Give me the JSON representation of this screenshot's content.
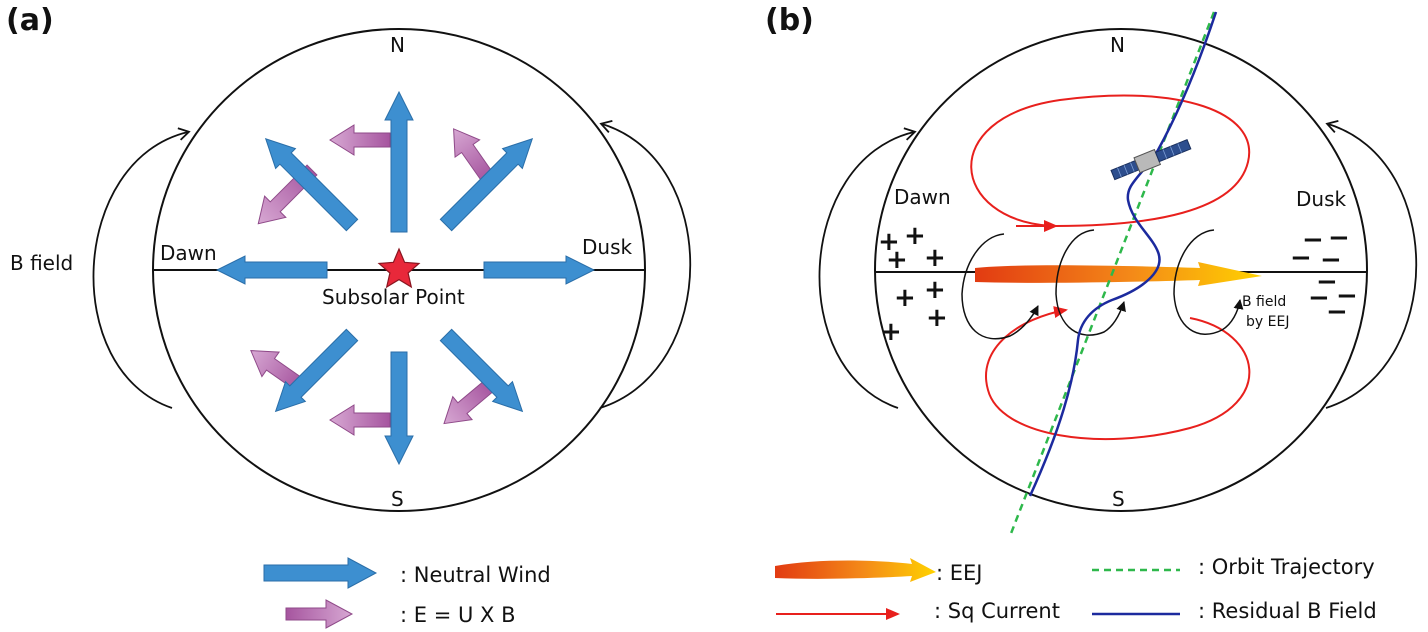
{
  "colors": {
    "neutral_wind": "#3d8fd0",
    "neutral_wind_edge": "#2a6ea8",
    "e_field": "#a6559f",
    "e_field_light": "#d7a8d3",
    "sq_current": "#e8201d",
    "eej_start": "#e23b12",
    "eej_end": "#ffd200",
    "orbit": "#2eb84b",
    "residual": "#1c2a9e",
    "star": "#e8283a"
  },
  "panel_a": {
    "label": "(a)",
    "north": "N",
    "south": "S",
    "dawn": "Dawn",
    "dusk": "Dusk",
    "b_field": "B field",
    "subsolar": "Subsolar Point",
    "legend": {
      "neutral_wind": ": Neutral Wind",
      "e_field": ": E = U X B"
    }
  },
  "panel_b": {
    "label": "(b)",
    "north": "N",
    "south": "S",
    "dawn": "Dawn",
    "dusk": "Dusk",
    "b_field_eej_line1": "B field",
    "b_field_eej_line2": "by EEJ",
    "plus": "+",
    "minus": "−",
    "legend": {
      "eej": ": EEJ",
      "sq": ": Sq Current",
      "orbit": ": Orbit Trajectory",
      "residual": ": Residual B Field"
    }
  }
}
